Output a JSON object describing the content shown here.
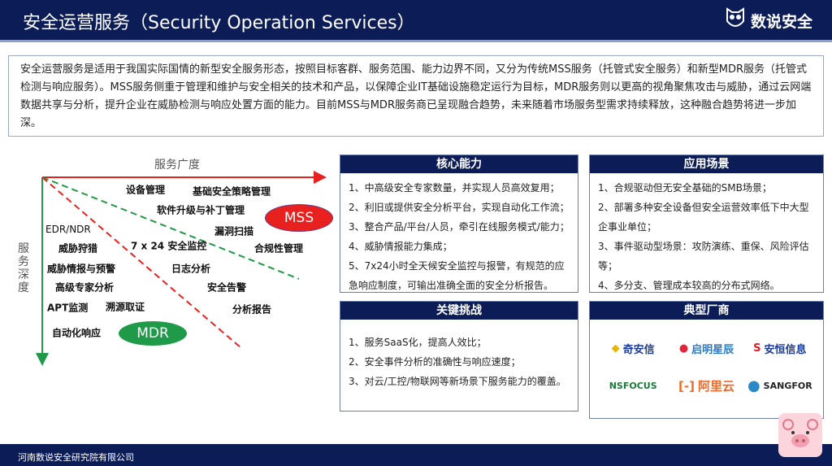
{
  "header": {
    "title": "安全运营服务（Security Operation Services）",
    "logo_text": "数说安全"
  },
  "intro": "安全运营服务是适用于我国实际国情的新型安全服务形态，按照目标客群、服务范围、能力边界不同，又分为传统MSS服务（托管式安全服务）和新型MDR服务（托管式检测与响应服务）。MSS服务侧重于管理和维护与安全相关的技术和产品，以保障企业IT基础设施稳定运行为目标，MDR服务则以更高的视角聚焦攻击与威胁，通过云网端数据共享与分析，提升企业在威胁检测与响应处置方面的能力。目前MSS与MDR服务商已呈现融合趋势，未来随着市场服务型需求持续释放，这种融合趋势将进一步加深。",
  "diagram": {
    "x_axis": "服务广度",
    "y_axis": "服务深度",
    "mss": "MSS",
    "mdr": "MDR",
    "labels": [
      "设备管理",
      "基础安全策略管理",
      "软件升级与补丁管理",
      "EDR/NDR",
      "漏洞扫描",
      "威胁狩猎",
      "7 x 24 安全监控",
      "合规性管理",
      "威胁情报与预警",
      "日志分析",
      "高级专家分析",
      "安全告警",
      "APT监测",
      "溯源取证",
      "分析报告",
      "自动化响应"
    ]
  },
  "core": {
    "title": "核心能力",
    "items": [
      "1、中高级安全专家数量，并实现人员高效复用；",
      "2、利旧或提供安全分析平台，实现自动化工作流；",
      "3、整合产品/平台/人员，牵引在线服务模式/能力；",
      "4、威胁情报能力集成；",
      "5、7x24小时全天候安全监控与报警，有规范的应急响应制度，可输出准确全面的安全分析报告。"
    ]
  },
  "scenes": {
    "title": "应用场景",
    "items": [
      "1、合规驱动但无安全基础的SMB场景；",
      "2、部署多种安全设备但安全运营效率低下中大型企事业单位；",
      "3、事件驱动型场景：攻防演练、重保、风险评估等；",
      "4、多分支、管理成本较高的分布式网络。"
    ]
  },
  "challenges": {
    "title": "关键挑战",
    "items": [
      "1、服务SaaS化，提高人效比；",
      "2、安全事件分析的准确性与响应速度；",
      "3、对云/工控/物联网等新场景下服务能力的覆盖。"
    ]
  },
  "vendors": {
    "title": "典型厂商",
    "items": [
      "奇安信",
      "启明星辰",
      "安恒信息",
      "NSFOCUS",
      "阿里云",
      "SANGFOR"
    ]
  },
  "footer": "河南数说安全研究院有限公司",
  "colors": {
    "navy": "#0b1c57",
    "red": "#e8201e",
    "green": "#1f9a48"
  }
}
